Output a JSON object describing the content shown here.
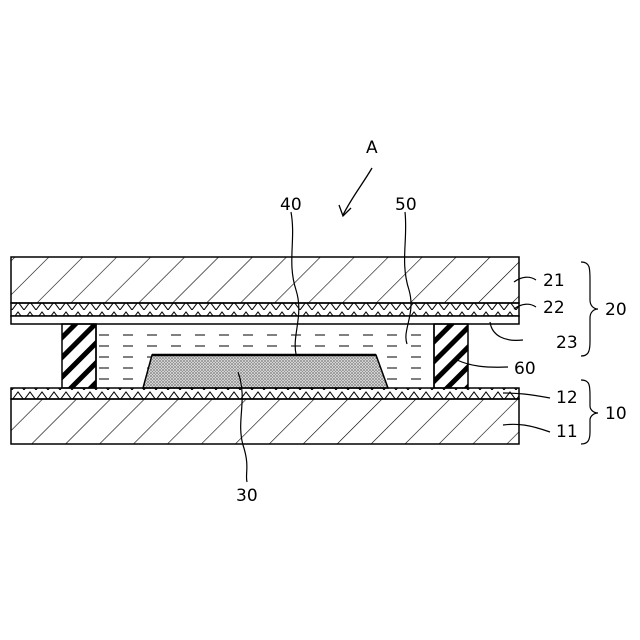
{
  "figure": {
    "label_A": "A",
    "label_40": "40",
    "label_50": "50",
    "label_21": "21",
    "label_22": "22",
    "label_23": "23",
    "label_20": "20",
    "label_60": "60",
    "label_12": "12",
    "label_11": "11",
    "label_10": "10",
    "label_30": "30"
  },
  "colors": {
    "line": "#000000",
    "background": "#ffffff"
  }
}
